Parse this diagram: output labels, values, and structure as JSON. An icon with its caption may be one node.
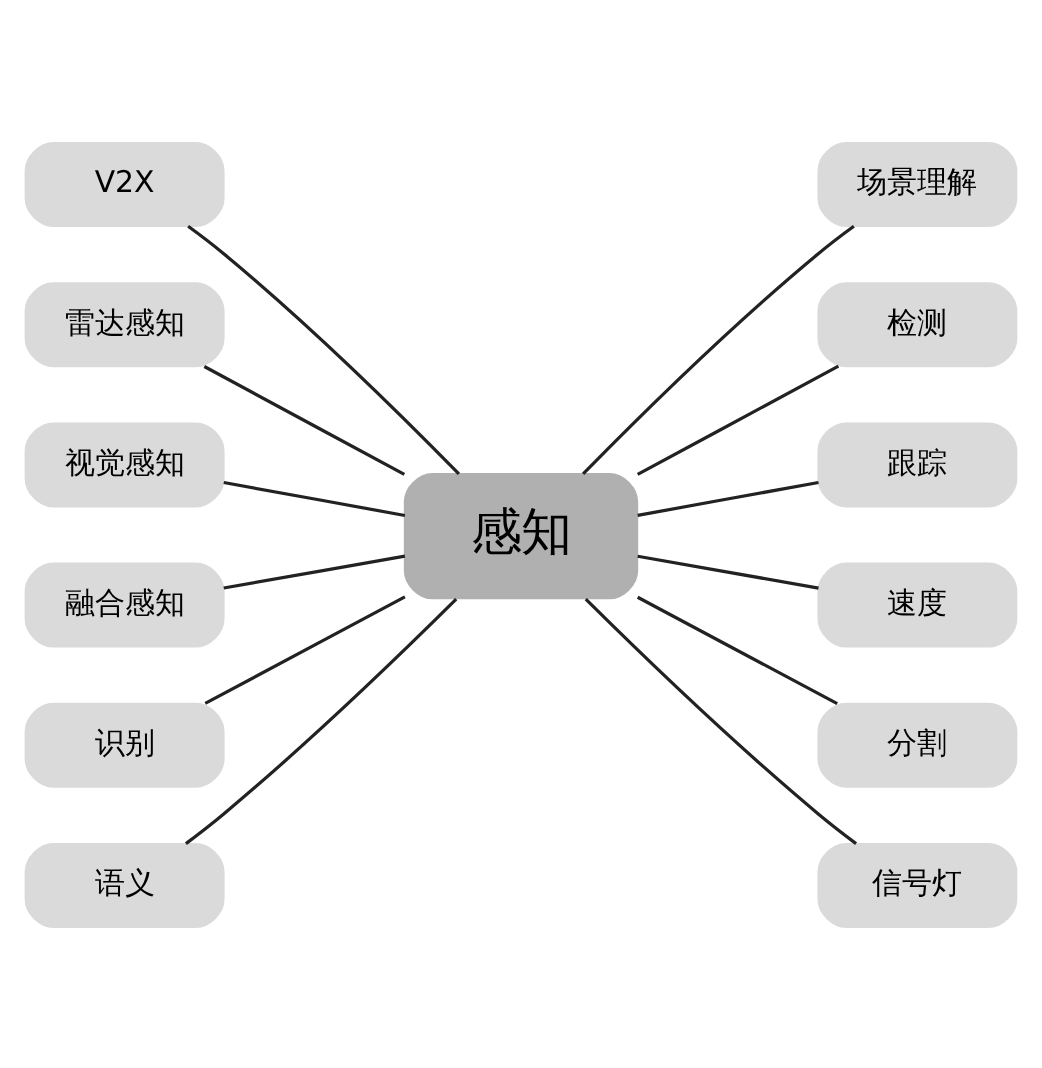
{
  "diagram": {
    "nodes": [
      {
        "text": [
          "感知"
        ]
      },
      {
        "text": [
          "V2X"
        ]
      },
      {
        "text": [
          "雷达感知"
        ]
      },
      {
        "text": [
          "视觉感知"
        ]
      },
      {
        "text": [
          "融合感知"
        ]
      },
      {
        "text": [
          "识别"
        ]
      },
      {
        "text": [
          "语义"
        ]
      },
      {
        "text": [
          "场景理解"
        ]
      },
      {
        "text": [
          "检测"
        ]
      },
      {
        "text": [
          "跟踪"
        ]
      },
      {
        "text": [
          "速度"
        ]
      },
      {
        "text": [
          "分割"
        ]
      },
      {
        "text": [
          "信号灯"
        ]
      }
    ],
    "edges": [
      {
        "from": 1,
        "to": 0,
        "arrow": "none"
      },
      {
        "from": 2,
        "to": 0,
        "arrow": "none"
      },
      {
        "from": 3,
        "to": 0,
        "arrow": "none"
      },
      {
        "from": 4,
        "to": 0,
        "arrow": "none"
      },
      {
        "from": 5,
        "to": 0,
        "arrow": "none"
      },
      {
        "from": 6,
        "to": 0,
        "arrow": "none"
      },
      {
        "from": 0,
        "to": 7,
        "arrow": "none"
      },
      {
        "from": 0,
        "to": 8,
        "arrow": "none"
      },
      {
        "from": 0,
        "to": 9,
        "arrow": "none"
      },
      {
        "from": 0,
        "to": 10,
        "arrow": "none"
      },
      {
        "from": 0,
        "to": 11,
        "arrow": "none"
      },
      {
        "from": 0,
        "to": 12,
        "arrow": "none"
      }
    ]
  }
}
